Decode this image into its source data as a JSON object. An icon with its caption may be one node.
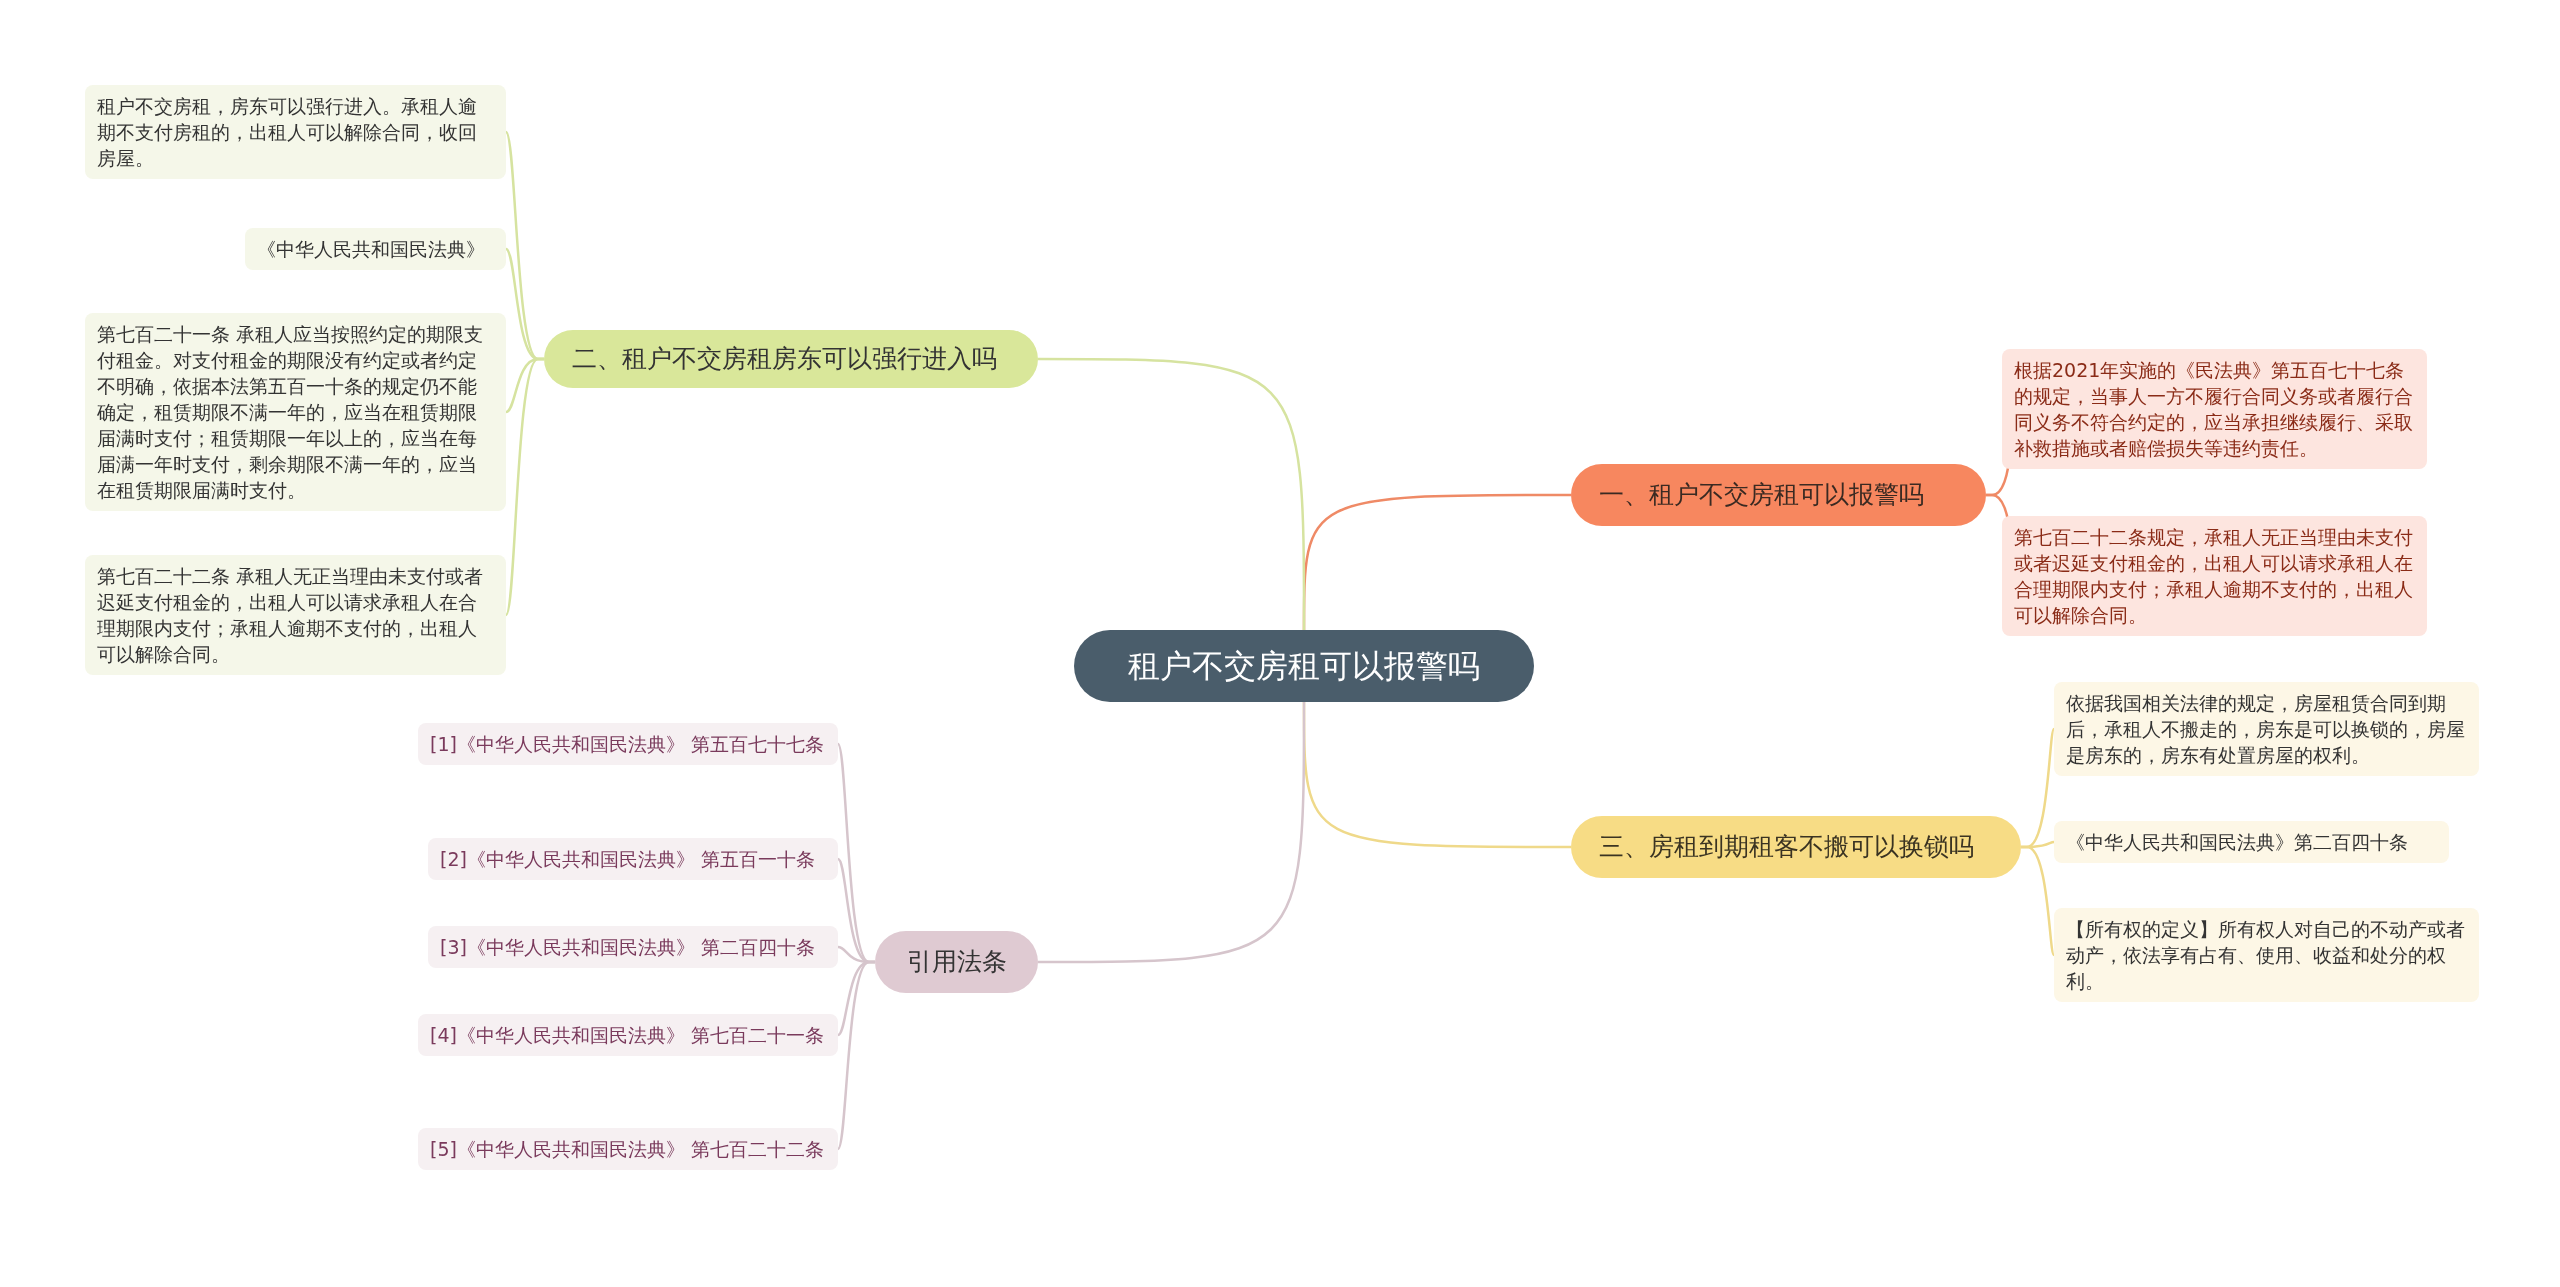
{
  "diagram": {
    "nodes": [
      {
        "text": [
          "租户不交房租可以报警吗"
        ]
      },
      {
        "text": [
          "一、租户不交房租可以报警吗"
        ]
      },
      {
        "text": [
          "根据2021年实施的《民法典》第五百七十七条的规定，当事人一方不履行合同义务或者履行合同义务不符合约定的，应当承担继续履行、采取补救措施或者赔偿损失等违约责任。"
        ]
      },
      {
        "text": [
          "第七百二十二条规定，承租人无正当理由未支付或者迟延支付租金的，出租人可以请求承租人在合理期限内支付；承租人逾期不支付的，出租人可以解除合同。"
        ]
      },
      {
        "text": [
          "三、房租到期租客不搬可以换锁吗"
        ]
      },
      {
        "text": [
          "依据我国相关法律的规定，房屋租赁合同到期后，承租人不搬走的，房东是可以换锁的，房屋是房东的，房东有处置房屋的权利。"
        ]
      },
      {
        "text": [
          "《中华人民共和国民法典》第二百四十条"
        ]
      },
      {
        "text": [
          "【所有权的定义】所有权人对自己的不动产或者动产，依法享有占有、使用、收益和处分的权利。"
        ]
      },
      {
        "text": [
          "二、租户不交房租房东可以强行进入吗"
        ]
      },
      {
        "text": [
          "租户不交房租，房东可以强行进入。承租人逾期不支付房租的，出租人可以解除合同，收回房屋。"
        ]
      },
      {
        "text": [
          "《中华人民共和国民法典》"
        ]
      },
      {
        "text": [
          "第七百二十一条 承租人应当按照约定的期限支付租金。对支付租金的期限没有约定或者约定不明确，依据本法第五百一十条的规定仍不能确定，租赁期限不满一年的，应当在租赁期限届满时支付；租赁期限一年以上的，应当在每届满一年时支付，剩余期限不满一年的，应当在租赁期限届满时支付。"
        ]
      },
      {
        "text": [
          "第七百二十二条 承租人无正当理由未支付或者迟延支付租金的，出租人可以请求承租人在合理期限内支付；承租人逾期不支付的，出租人可以解除合同。"
        ]
      },
      {
        "text": [
          "引用法条"
        ]
      },
      {
        "text": [
          "[1]《中华人民共和国民法典》 第五百七十七条"
        ]
      },
      {
        "text": [
          "[2]《中华人民共和国民法典》 第五百一十条"
        ]
      },
      {
        "text": [
          "[3]《中华人民共和国民法典》 第二百四十条"
        ]
      },
      {
        "text": [
          "[4]《中华人民共和国民法典》 第七百二十一条"
        ]
      },
      {
        "text": [
          "[5]《中华人民共和国民法典》 第七百二十二条"
        ]
      }
    ],
    "edges": [
      {
        "from": 0,
        "to": 1,
        "arrow": "none",
        "color": "#ef8a66"
      },
      {
        "from": 1,
        "to": 2,
        "arrow": "none",
        "color": "#ef8a66"
      },
      {
        "from": 1,
        "to": 3,
        "arrow": "none",
        "color": "#ef8a66"
      },
      {
        "from": 0,
        "to": 4,
        "arrow": "none",
        "color": "#efd98a"
      },
      {
        "from": 4,
        "to": 5,
        "arrow": "none",
        "color": "#efd98a"
      },
      {
        "from": 4,
        "to": 6,
        "arrow": "none",
        "color": "#efd98a"
      },
      {
        "from": 4,
        "to": 7,
        "arrow": "none",
        "color": "#efd98a"
      },
      {
        "from": 0,
        "to": 8,
        "arrow": "none",
        "color": "#d6e3a0"
      },
      {
        "from": 8,
        "to": 9,
        "arrow": "none",
        "color": "#d6e3a0"
      },
      {
        "from": 8,
        "to": 10,
        "arrow": "none",
        "color": "#d6e3a0"
      },
      {
        "from": 8,
        "to": 11,
        "arrow": "none",
        "color": "#d6e3a0"
      },
      {
        "from": 8,
        "to": 12,
        "arrow": "none",
        "color": "#d6e3a0"
      },
      {
        "from": 0,
        "to": 13,
        "arrow": "none",
        "color": "#d6c5cc"
      },
      {
        "from": 13,
        "to": 14,
        "arrow": "none",
        "color": "#d6c5cc"
      },
      {
        "from": 13,
        "to": 15,
        "arrow": "none",
        "color": "#d6c5cc"
      },
      {
        "from": 13,
        "to": 16,
        "arrow": "none",
        "color": "#d6c5cc"
      },
      {
        "from": 13,
        "to": 17,
        "arrow": "none",
        "color": "#d6c5cc"
      },
      {
        "from": 13,
        "to": 18,
        "arrow": "none",
        "color": "#d6c5cc"
      }
    ]
  }
}
